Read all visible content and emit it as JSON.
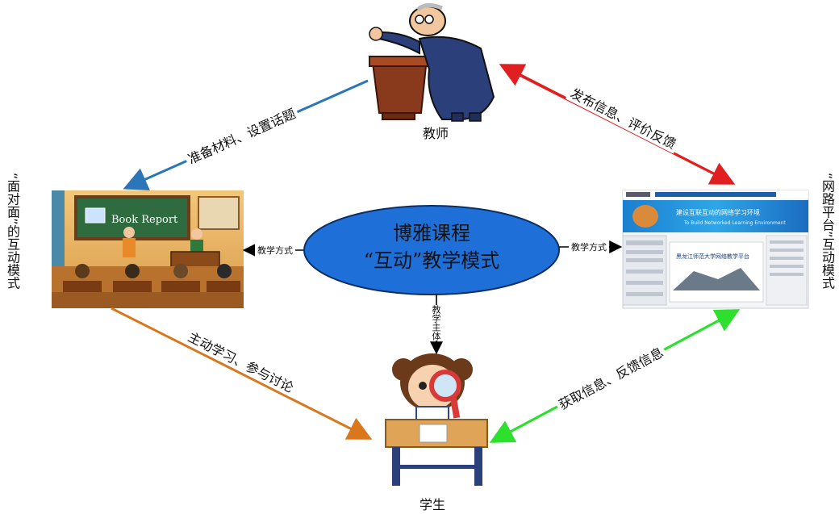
{
  "center": {
    "line1": "博雅课程",
    "line2": "“互动”教学模式"
  },
  "nodes": {
    "teacher": "教师",
    "student": "学生"
  },
  "side_labels": {
    "left": "“面对面”的互动模式",
    "right": "“网路平台”互动模式"
  },
  "arrows": {
    "teacher_to_class": "准备材料、设置话题",
    "teacher_to_platform": "发布信息、评价反馈",
    "class_to_student": "主动学习、参与讨论",
    "student_to_platform": "获取信息、反馈信息",
    "center_left": "教学方式",
    "center_right": "教学方式",
    "center_down": "教学主体"
  },
  "classroom": {
    "board_text": "Book Report"
  },
  "platform": {
    "banner_cn": "建设互联互动的网络学习环境",
    "banner_en": "To Build Networked Learning Environment",
    "photo_caption": "黑龙江师范大学网络教学平台"
  },
  "colors": {
    "ellipse_fill": "#1f6fd8",
    "arrow_teacher_class": "#2a76b8",
    "arrow_teacher_platform": "#e02020",
    "arrow_class_student": "#d9771c",
    "arrow_student_platform": "#2ee02e"
  }
}
